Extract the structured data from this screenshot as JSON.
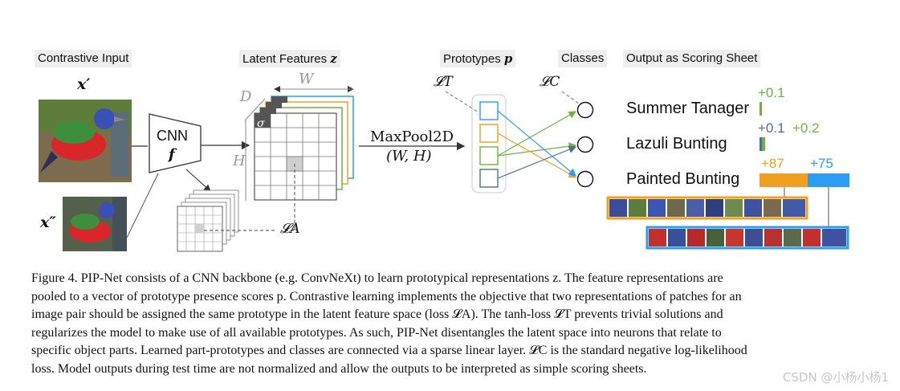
{
  "headers": {
    "contrastive_input": "Contrastive Input",
    "latent_features": "Latent Features",
    "latent_symbol": "z",
    "prototypes": "Prototypes",
    "prototypes_symbol": "p",
    "classes": "Classes",
    "output": "Output as Scoring Sheet"
  },
  "inputs": {
    "x1": "x′",
    "x2": "x″"
  },
  "cnn": {
    "label": "CNN",
    "symbol": "f"
  },
  "features": {
    "W": "W",
    "D": "D",
    "H": "H",
    "sigma": "σ"
  },
  "maxpool": {
    "line1": "MaxPool2D",
    "line2": "(W, H)"
  },
  "losses": {
    "LT": "𝓛T",
    "LC": "𝓛C",
    "LA": "𝓛A"
  },
  "classes": [
    {
      "name": "Summer Tanager",
      "scores": [
        {
          "text": "+0.1",
          "color": "#6db33f"
        }
      ]
    },
    {
      "name": "Lazuli Bunting",
      "scores": [
        {
          "text": "+0.1",
          "color": "#4e6e8e"
        },
        {
          "text": "+0.2",
          "color": "#6db33f"
        }
      ]
    },
    {
      "name": "Painted Bunting",
      "scores": [
        {
          "text": "+87",
          "color": "#f0a020"
        },
        {
          "text": "+75",
          "color": "#2a9df4"
        }
      ]
    }
  ],
  "prototype_colors": [
    "#2a9df4",
    "#f0a020",
    "#6db33f",
    "#4e6e8e"
  ],
  "caption": [
    "Figure 4. PIP-Net consists of a CNN backbone (e.g. ConvNeXt) to learn prototypical representations z. The feature representations are",
    "pooled to a vector of prototype presence scores p. Contrastive learning implements the objective that two representations of patches for an",
    "image pair should be assigned the same prototype in the latent feature space (loss 𝓛A). The tanh-loss 𝓛T prevents trivial solutions and",
    "regularizes the model to make use of all available prototypes. As such, PIP-Net disentangles the latent space into neurons that relate to",
    "specific object parts. Learned part-prototypes and classes are connected via a sparse linear layer. 𝓛C is the standard negative log-likelihood",
    "loss. Model outputs during test time are not normalized and allow the outputs to be interpreted as simple scoring sheets."
  ],
  "watermark": "CSDN @小杨小杨1"
}
